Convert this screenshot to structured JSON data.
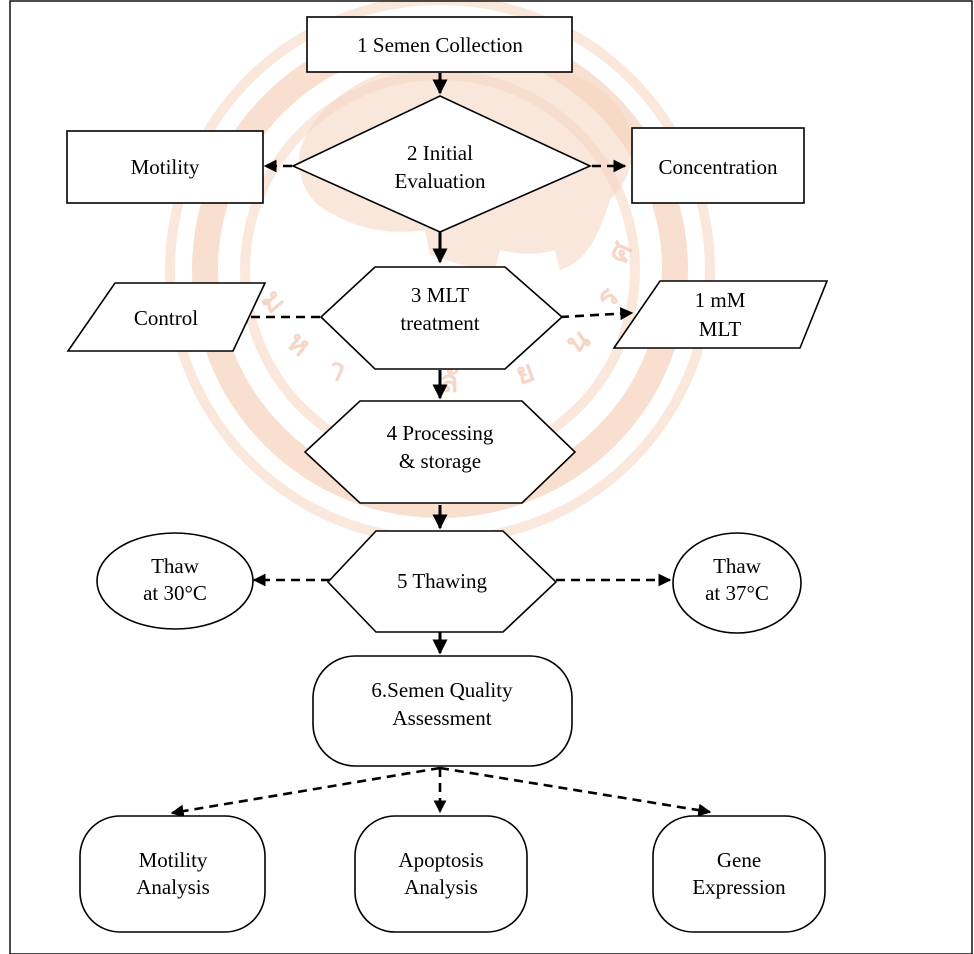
{
  "nodes": {
    "n1": {
      "lines": [
        "1 Semen Collection"
      ]
    },
    "n2": {
      "lines": [
        "2 Initial",
        "Evaluation"
      ]
    },
    "motility": {
      "lines": [
        "Motility"
      ]
    },
    "concentration": {
      "lines": [
        "Concentration"
      ]
    },
    "n3": {
      "lines": [
        "3 MLT",
        "treatment"
      ]
    },
    "control": {
      "lines": [
        "Control"
      ]
    },
    "mlt1mm": {
      "lines": [
        "1 mM",
        "MLT"
      ]
    },
    "n4": {
      "lines": [
        "4 Processing",
        "& storage"
      ]
    },
    "n5": {
      "lines": [
        "5 Thawing"
      ]
    },
    "thaw30": {
      "lines": [
        "Thaw",
        "at 30°C"
      ]
    },
    "thaw37": {
      "lines": [
        "Thaw",
        "at 37°C"
      ]
    },
    "n6": {
      "lines": [
        "6.Semen Quality",
        "Assessment"
      ]
    },
    "motility_analysis": {
      "lines": [
        "Motility",
        "Analysis"
      ]
    },
    "apoptosis_analysis": {
      "lines": [
        "Apoptosis",
        "Analysis"
      ]
    },
    "gene_expression": {
      "lines": [
        "Gene",
        "Expression"
      ]
    }
  },
  "watermark": {
    "text": "มหาวิทยาลัยนเรศวร"
  },
  "colors": {
    "stroke": "#000000",
    "watermark": "#f3c4a8"
  }
}
